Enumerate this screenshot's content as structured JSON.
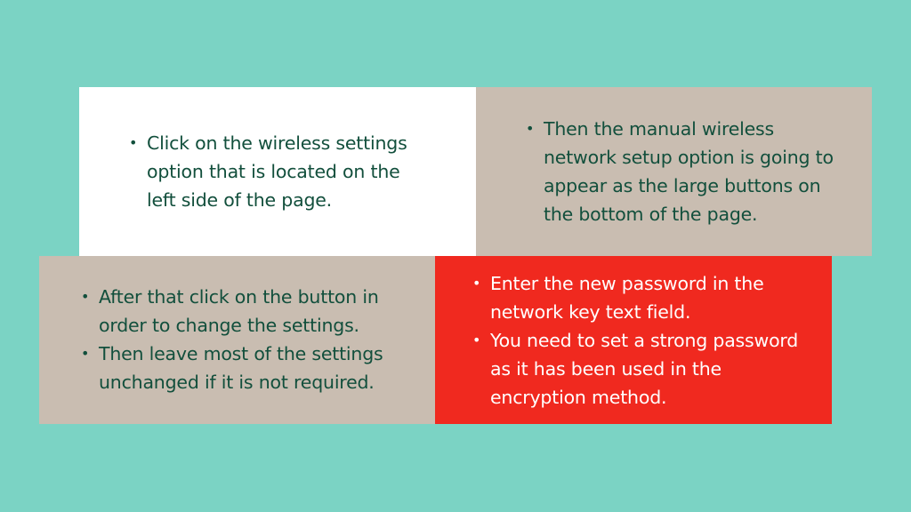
{
  "colors": {
    "background": "#7bd3c4",
    "white_box": "#ffffff",
    "beige_box": "#c9bdb1",
    "red_box": "#f0291f",
    "green_text": "#124f3c",
    "white_text": "#ffffff"
  },
  "boxes": [
    {
      "items": [
        "Click on the wireless settings option that is located on the left side of the page."
      ]
    },
    {
      "items": [
        "Then the manual wireless network setup option is going to appear as the large buttons on the bottom of the page."
      ]
    },
    {
      "items": [
        "After that click on the button in order to change the settings.",
        "Then leave most of the settings unchanged if it is not required."
      ]
    },
    {
      "items": [
        "Enter the new password in the network key text field.",
        "You need to set a strong password as it has been used in the encryption method."
      ]
    }
  ]
}
